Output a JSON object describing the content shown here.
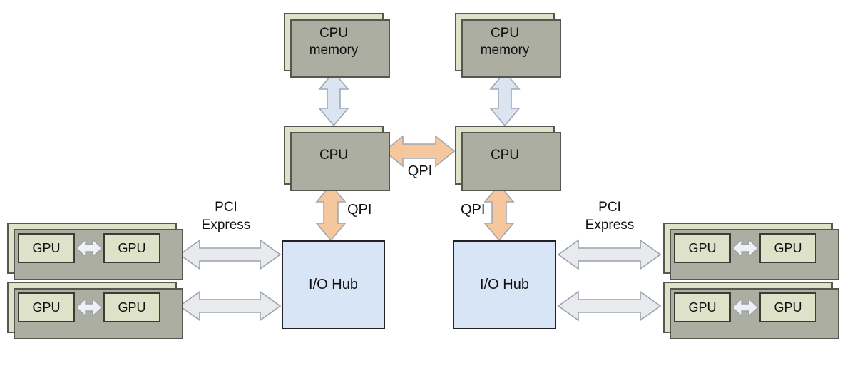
{
  "diagram": {
    "nodes": {
      "cpu_memory_left": {
        "label": "CPU memory"
      },
      "cpu_memory_right": {
        "label": "CPU memory"
      },
      "cpu_left": {
        "label": "CPU"
      },
      "cpu_right": {
        "label": "CPU"
      },
      "io_hub_left": {
        "label": "I/O Hub"
      },
      "io_hub_right": {
        "label": "I/O Hub"
      },
      "gpu_label": "GPU"
    },
    "edge_labels": {
      "qpi": "QPI",
      "pci_line1": "PCI",
      "pci_line2": "Express"
    },
    "colors": {
      "box_face": "#dde2c9",
      "box_shadow": "#abaea1",
      "box_border": "#55584e",
      "io_hub_fill": "#d8e5f6",
      "io_hub_border": "#222222",
      "qpi_arrow_fill": "#f6c79d",
      "qpi_arrow_stroke": "#9fa8b4",
      "mem_arrow_fill": "#dbe4f1",
      "mem_arrow_stroke": "#9fa8b4",
      "pci_arrow_fill": "#e8eaee",
      "pci_arrow_stroke": "#9aa1ab",
      "gpu_link_fill": "#eef0f3",
      "text": "#111111"
    }
  }
}
